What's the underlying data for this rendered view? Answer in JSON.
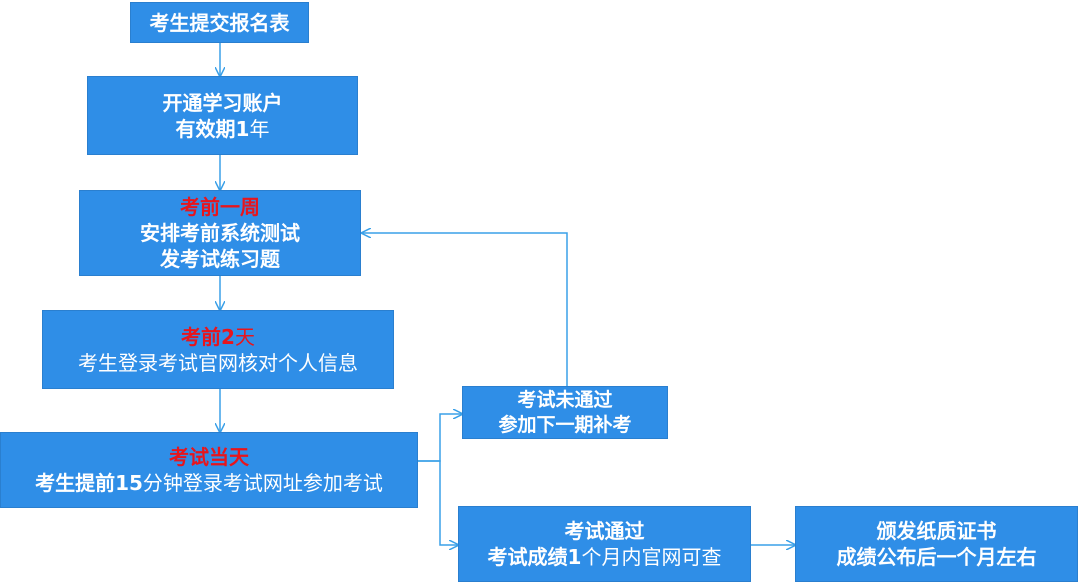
{
  "colors": {
    "box_fill": "#2f8ee7",
    "box_border": "#2a7fcf",
    "text": "#ffffff",
    "highlight": "#e8151c",
    "connector": "#3aa0e8"
  },
  "nodes": {
    "submit_form": {
      "line1": "考生提交报名表"
    },
    "open_account": {
      "line1": "开通学习账户",
      "line2_prefix": "有效期1",
      "line2_suffix": "年"
    },
    "week_before": {
      "highlight": "考前一周",
      "line2": "安排考前系统测试",
      "line3": "发考试练习题"
    },
    "two_days_before": {
      "highlight_prefix": "考前2",
      "highlight_suffix": "天",
      "line2": "考生登录考试官网核对个人信息"
    },
    "exam_day": {
      "highlight": "考试当天",
      "line2_prefix": "考生提前15",
      "line2_suffix": "分钟登录考试网址参加考试"
    },
    "exam_failed": {
      "line1": "考试未通过",
      "line2": "参加下一期补考"
    },
    "exam_passed": {
      "line1": "考试通过",
      "line2_prefix": "考试成绩1",
      "line2_suffix": "个月内官网可查"
    },
    "certificate": {
      "line1": "颁发纸质证书",
      "line2": "成绩公布后一个月左右"
    }
  }
}
